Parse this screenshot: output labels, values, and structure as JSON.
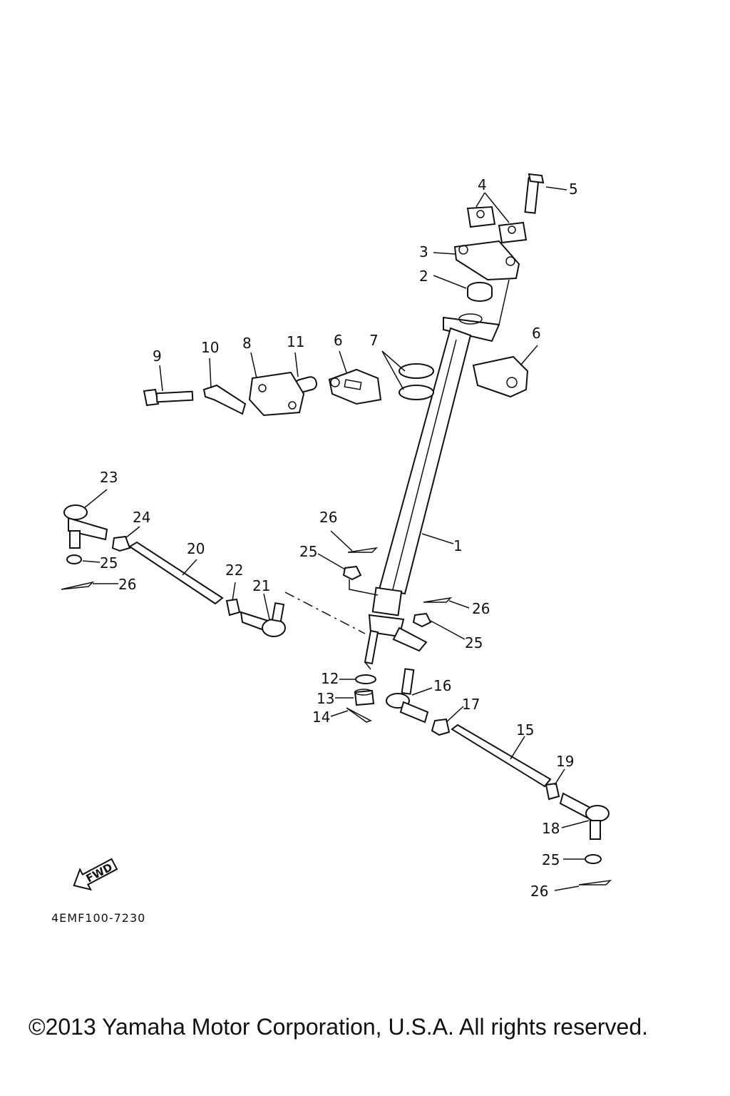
{
  "diagram": {
    "drawing_code": "4EMF100-7230",
    "fwd_label": "FWD",
    "copyright": "©2013 Yamaha Motor Corporation, U.S.A. All rights reserved.",
    "callouts": {
      "c1": "1",
      "c2": "2",
      "c3": "3",
      "c4": "4",
      "c5": "5",
      "c6a": "6",
      "c6b": "6",
      "c7": "7",
      "c8": "8",
      "c9": "9",
      "c10": "10",
      "c11": "11",
      "c12": "12",
      "c13": "13",
      "c14": "14",
      "c15": "15",
      "c16": "16",
      "c17": "17",
      "c18": "18",
      "c19": "19",
      "c20": "20",
      "c21": "21",
      "c22": "22",
      "c23": "23",
      "c24": "24",
      "c25a": "25",
      "c25b": "25",
      "c25c": "25",
      "c25d": "25",
      "c26a": "26",
      "c26b": "26",
      "c26c": "26",
      "c26d": "26"
    }
  }
}
